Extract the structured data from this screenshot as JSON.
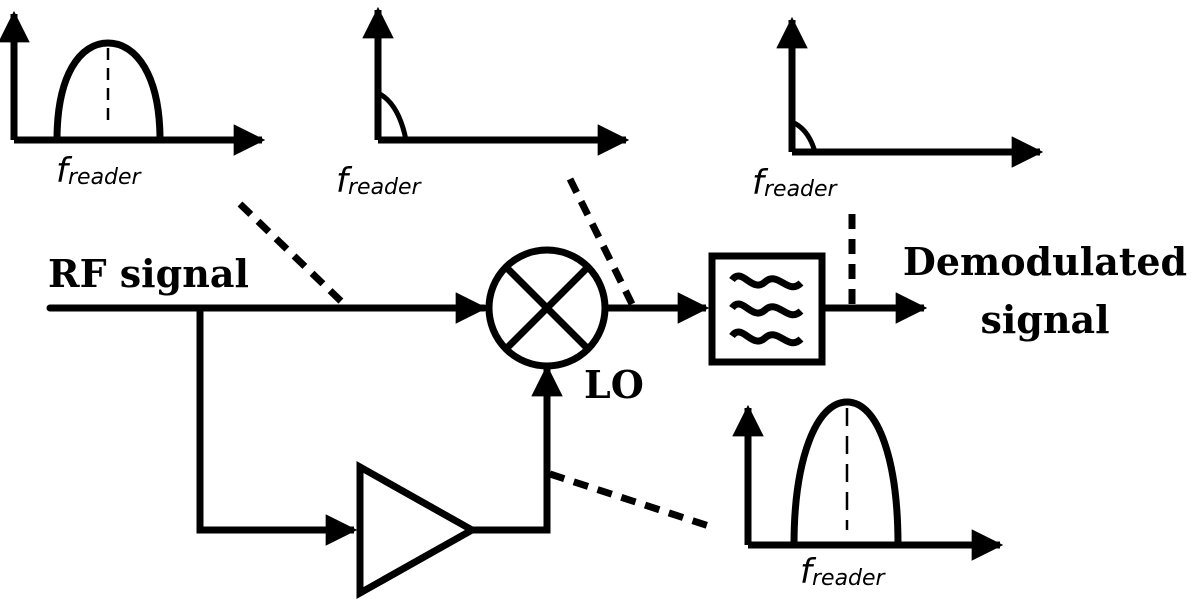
{
  "labels": {
    "rf_signal": "RF signal",
    "lo": "LO",
    "output_line1": "Demodulated",
    "output_line2": "signal"
  },
  "spectra": [
    {
      "symbol": "f",
      "subscript": "reader"
    },
    {
      "symbol": "f",
      "subscript": "reader"
    },
    {
      "symbol": "f",
      "subscript": "reader"
    },
    {
      "symbol": "f",
      "subscript": "reader"
    }
  ],
  "colors": {
    "ink": "#000000",
    "background": "#ffffff"
  }
}
